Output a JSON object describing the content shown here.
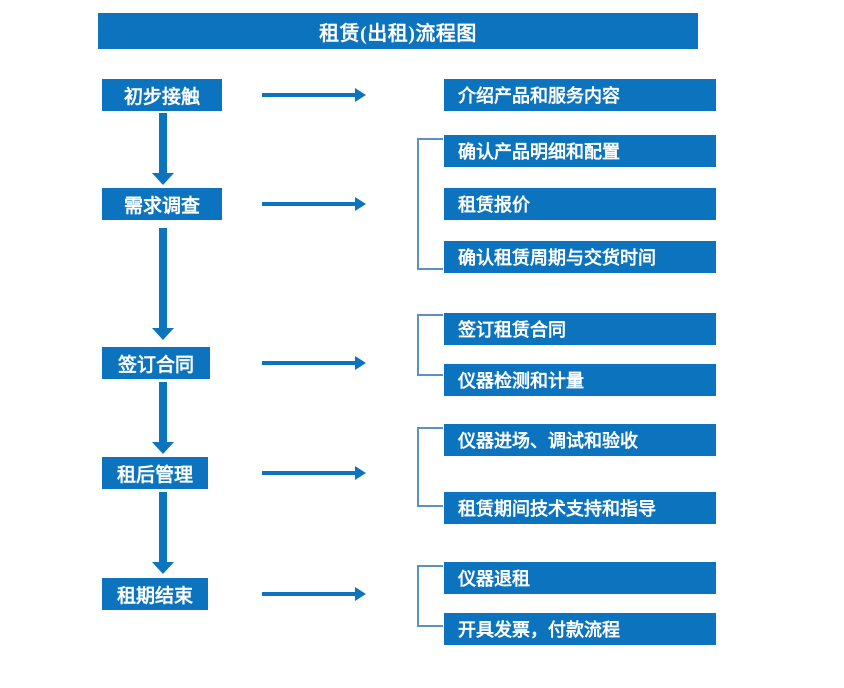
{
  "title": "租赁(出租)流程图",
  "accent_color": "#0c74bf",
  "brace_color": "#5b90c7",
  "background_color": "#ffffff",
  "text_color": "#ffffff",
  "stages": [
    {
      "label": "初步接触"
    },
    {
      "label": "需求调查"
    },
    {
      "label": "签订合同"
    },
    {
      "label": "租后管理"
    },
    {
      "label": "租期结束"
    }
  ],
  "details": [
    {
      "label": "介绍产品和服务内容"
    },
    {
      "label": "确认产品明细和配置"
    },
    {
      "label": "租赁报价"
    },
    {
      "label": "确认租赁周期与交货时间"
    },
    {
      "label": "签订租赁合同"
    },
    {
      "label": "仪器检测和计量"
    },
    {
      "label": "仪器进场、调试和验收"
    },
    {
      "label": "租赁期间技术支持和指导"
    },
    {
      "label": "仪器退租"
    },
    {
      "label": "开具发票，付款流程"
    }
  ],
  "groups": [
    {
      "name": "需求调查-group"
    },
    {
      "name": "签订合同-group"
    },
    {
      "name": "租后管理-group"
    },
    {
      "name": "租期结束-group"
    }
  ]
}
